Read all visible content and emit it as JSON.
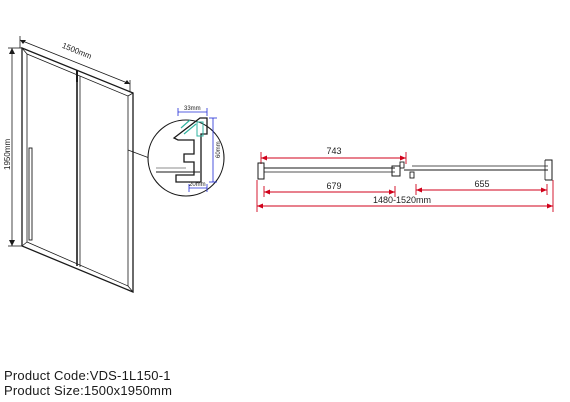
{
  "colors": {
    "ink": "#1a1a1a",
    "dimension": "#d0021b",
    "detail": "#1f2bd6",
    "accent": "#2fb3a0"
  },
  "front_view": {
    "width_label": "1500mm",
    "height_label": "1950mm"
  },
  "profile_detail": {
    "top_label": "33mm",
    "side_label": "60mm",
    "bottom_label": "20mm"
  },
  "top_view": {
    "door_label": "743",
    "panel_inner_label": "679",
    "fixed_label": "655",
    "total_label": "1480-1520mm"
  },
  "product": {
    "code_label": "Product Code:",
    "code_value": "VDS-1L150-1",
    "size_label": "Product Size:",
    "size_value": "1500x1950mm"
  }
}
